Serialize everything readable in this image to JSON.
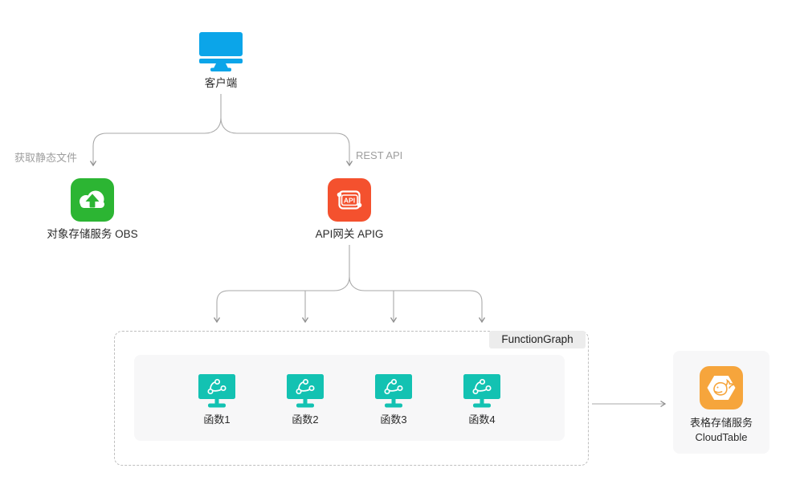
{
  "colors": {
    "client_blue": "#0BA5E9",
    "obs_green": "#2CB533",
    "apig_red": "#F4512E",
    "function_teal": "#13C2B2",
    "cloudtable_orange": "#F6A53C",
    "connector_gray": "#A9A9A9"
  },
  "nodes": {
    "client": {
      "label": "客户端"
    },
    "obs": {
      "label": "对象存储服务 OBS"
    },
    "apig": {
      "label": "API网关 APIG",
      "badge_text": "API"
    },
    "cloudtable": {
      "label_line1": "表格存储服务",
      "label_line2": "CloudTable"
    }
  },
  "functions": [
    {
      "label": "函数1"
    },
    {
      "label": "函数2"
    },
    {
      "label": "函数3"
    },
    {
      "label": "函数4"
    }
  ],
  "edges": {
    "client_to_obs_label": "获取静态文件",
    "client_to_apig_label": "REST API"
  },
  "group": {
    "label": "FunctionGraph"
  }
}
